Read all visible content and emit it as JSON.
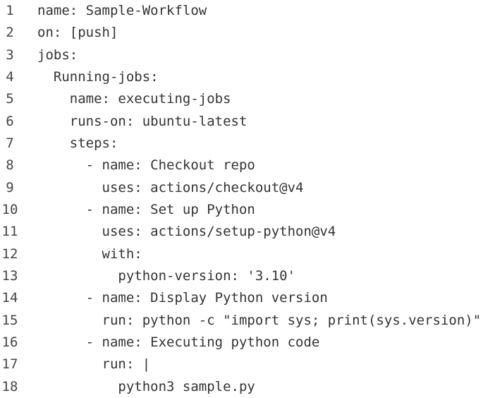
{
  "colors": {
    "background": "#ffffff",
    "code_text": "#333333",
    "line_number_text": "#454545"
  },
  "listing": {
    "lines": [
      {
        "number": "1",
        "code": "name: Sample-Workflow"
      },
      {
        "number": "2",
        "code": "on: [push]"
      },
      {
        "number": "3",
        "code": "jobs:"
      },
      {
        "number": "4",
        "code": "  Running-jobs:"
      },
      {
        "number": "5",
        "code": "    name: executing-jobs"
      },
      {
        "number": "6",
        "code": "    runs-on: ubuntu-latest"
      },
      {
        "number": "7",
        "code": "    steps:"
      },
      {
        "number": "8",
        "code": "      - name: Checkout repo"
      },
      {
        "number": "9",
        "code": "        uses: actions/checkout@v4"
      },
      {
        "number": "10",
        "code": "      - name: Set up Python"
      },
      {
        "number": "11",
        "code": "        uses: actions/setup-python@v4"
      },
      {
        "number": "12",
        "code": "        with:"
      },
      {
        "number": "13",
        "code": "          python-version: '3.10'"
      },
      {
        "number": "14",
        "code": "      - name: Display Python version"
      },
      {
        "number": "15",
        "code": "        run: python -c \"import sys; print(sys.version)\""
      },
      {
        "number": "16",
        "code": "      - name: Executing python code"
      },
      {
        "number": "17",
        "code": "        run: |"
      },
      {
        "number": "18",
        "code": "          python3 sample.py"
      }
    ]
  }
}
